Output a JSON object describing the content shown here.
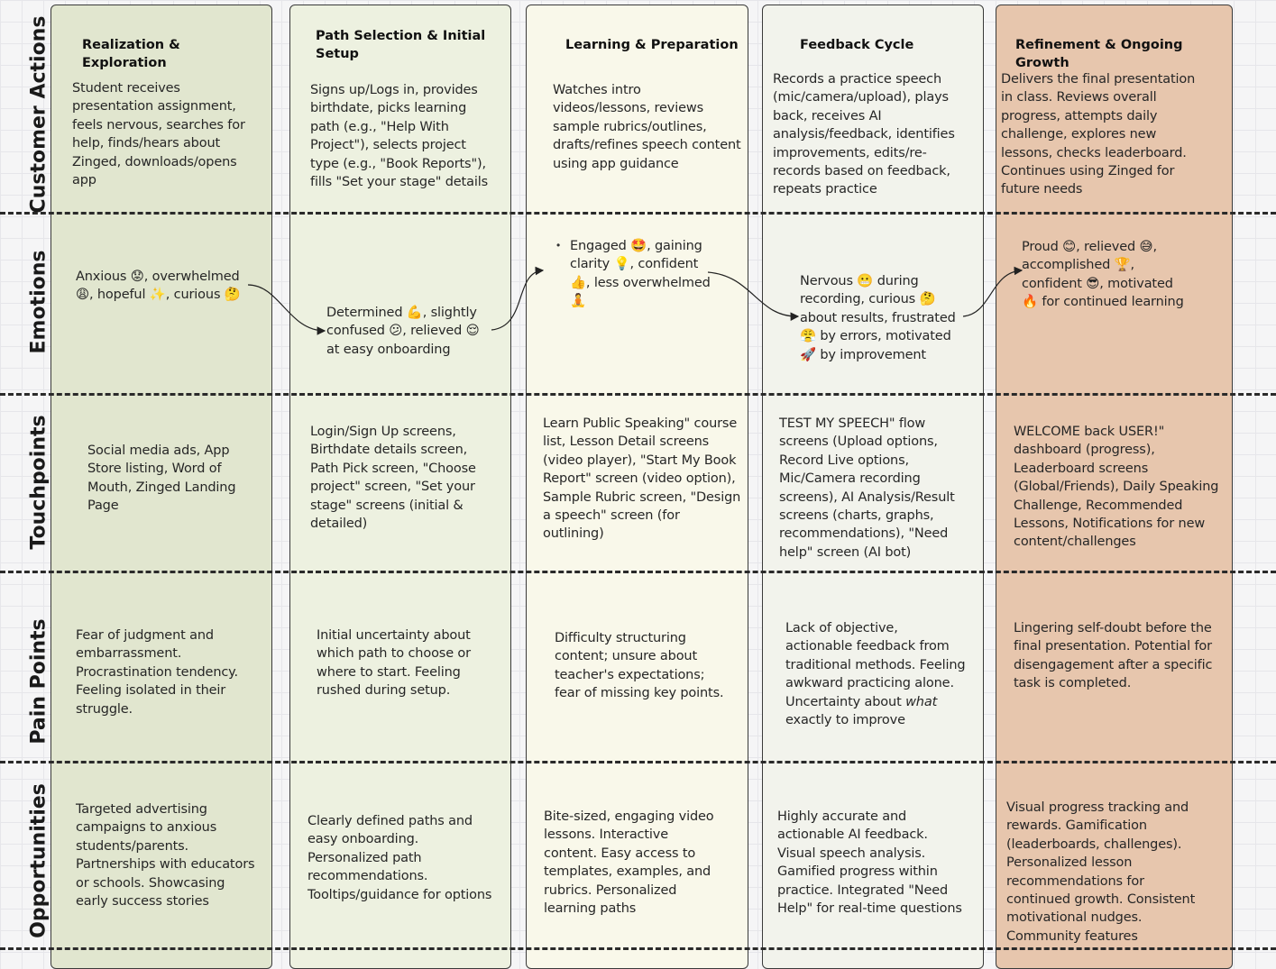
{
  "colors": {
    "col1": "#e1e6cf",
    "col2": "#edf1e0",
    "col3": "#f9f8ea",
    "col4": "#f2f3ec",
    "col5": "#e7c6ad",
    "grid": "#e6e6ea",
    "border": "#3a3a3a"
  },
  "rows": {
    "customer_actions": "Customer Actions",
    "emotions": "Emotions",
    "touchpoints": "Touchpoints",
    "pain_points": "Pain Points",
    "opportunities": "Opportunities"
  },
  "stages": [
    {
      "title": "Realization & Exploration",
      "actions": "Student receives presentation assignment, feels nervous, searches for help, finds/hears about Zinged, downloads/opens app",
      "emotions": "Anxious 😟, overwhelmed 😩, hopeful ✨, curious 🤔",
      "touchpoints": "Social media ads, App Store listing, Word of Mouth, Zinged Landing Page",
      "pain_points": "Fear of judgment and embarrassment. Procrastination tendency. Feeling isolated in their struggle.",
      "opportunities": "Targeted advertising campaigns to anxious students/parents. Partnerships with educators or schools. Showcasing early success stories"
    },
    {
      "title": "Path Selection & Initial Setup",
      "actions": "Signs up/Logs in, provides birthdate, picks learning path (e.g., \"Help With Project\"), selects project type (e.g., \"Book Reports\"), fills \"Set your stage\" details",
      "emotions": "Determined 💪, slightly confused 😕, relieved 😌 at easy onboarding",
      "touchpoints": "Login/Sign Up screens, Birthdate details screen, Path Pick screen, \"Choose project\" screen, \"Set your stage\" screens (initial & detailed)",
      "pain_points": "Initial uncertainty about which path to choose or where to start. Feeling rushed during setup.",
      "opportunities": "Clearly defined paths and easy onboarding. Personalized path recommendations. Tooltips/guidance for options"
    },
    {
      "title": "Learning & Preparation",
      "actions": "Watches intro videos/lessons, reviews sample rubrics/outlines, drafts/refines speech content using app guidance",
      "emotions": "Engaged 🤩, gaining clarity 💡, confident 👍, less overwhelmed 🧘",
      "touchpoints": "Learn Public Speaking\" course list, Lesson Detail screens (video player), \"Start My Book Report\" screen (video option), Sample Rubric screen, \"Design a speech\" screen (for outlining)",
      "pain_points": "Difficulty structuring content; unsure about teacher's expectations; fear of missing key points.",
      "opportunities": "Bite-sized, engaging video lessons. Interactive content. Easy access to templates, examples, and rubrics. Personalized learning paths"
    },
    {
      "title": "Feedback Cycle",
      "actions": "Records a practice speech (mic/camera/upload), plays back, receives AI analysis/feedback, identifies improvements, edits/re-records based on feedback, repeats practice",
      "emotions": "Nervous 😬 during recording, curious 🤔 about results, frustrated 😤 by errors, motivated 🚀 by improvement",
      "touchpoints": "TEST MY SPEECH\" flow screens (Upload options, Record Live options, Mic/Camera recording screens), AI Analysis/Result screens (charts, graphs, recommendations), \"Need help\" screen (AI bot)",
      "pain_points_before": "Lack of objective, actionable feedback from traditional methods. Feeling awkward practicing alone. Uncertainty about ",
      "pain_points_em": "what",
      "pain_points_after": " exactly to improve",
      "opportunities": "Highly accurate and actionable AI feedback. Visual speech analysis. Gamified progress within practice. Integrated \"Need Help\" for real-time questions"
    },
    {
      "title": "Refinement & Ongoing Growth",
      "actions": "Delivers the final presentation in class. Reviews overall progress, attempts daily challenge, explores new lessons, checks leaderboard. Continues using Zinged for future needs",
      "emotions": "Proud 😊, relieved 😅, accomplished 🏆, confident 😎, motivated 🔥 for continued learning",
      "touchpoints": "WELCOME back USER!\" dashboard (progress), Leaderboard screens (Global/Friends), Daily Speaking Challenge, Recommended Lessons, Notifications for new content/challenges",
      "pain_points": "Lingering self-doubt before the final presentation. Potential for disengagement after a specific task is completed.",
      "opportunities": "Visual progress tracking and rewards. Gamification (leaderboards, challenges). Personalized lesson recommendations for continued growth. Consistent motivational nudges. Community features"
    }
  ]
}
